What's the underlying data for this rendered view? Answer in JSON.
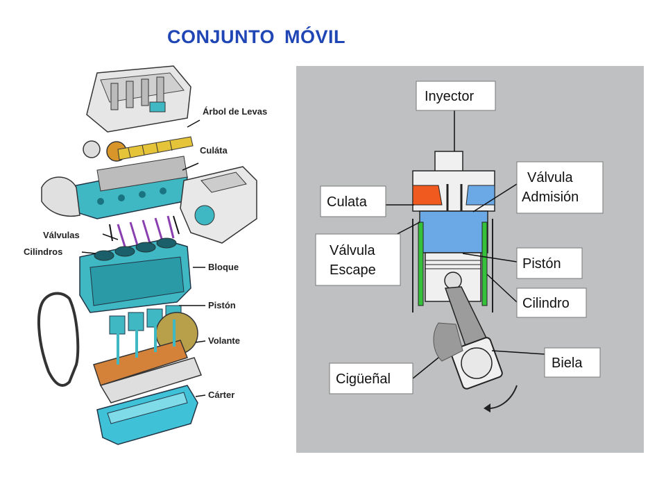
{
  "page": {
    "title": "CONJUNTO MÓVIL"
  },
  "exploded_view": {
    "labels": {
      "arbol_levas": "Árbol de Levas",
      "culata": "Culáta",
      "valvulas": "Válvulas",
      "cilindros": "Cilindros",
      "bloque": "Bloque",
      "piston": "Pistón",
      "volante": "Volante",
      "carter": "Cárter"
    }
  },
  "section_view": {
    "labels": {
      "inyector": "Inyector",
      "valvula_admision_1": "Válvula",
      "valvula_admision_2": "Admisión",
      "culata": "Culata",
      "valvula_escape_1": "Válvula",
      "valvula_escape_2": "Escape",
      "piston": "Pistón",
      "cilindro": "Cilindro",
      "biela": "Biela",
      "ciguenal": "Cigüeñal"
    }
  },
  "colors": {
    "title": "#1f46b4",
    "teal": "#3fb8c4",
    "cylinder_blue": "#6aa8e6",
    "culata_orange": "#f05a1e",
    "valve_green": "#35c23a",
    "panel_gray": "#bfc0c2"
  }
}
